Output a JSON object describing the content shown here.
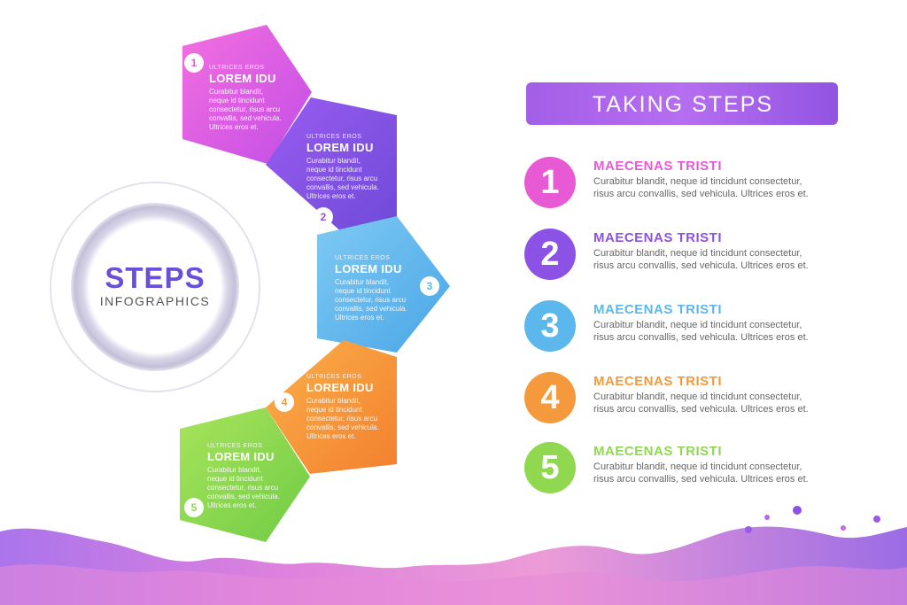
{
  "circle": {
    "title": "STEPS",
    "subtitle": "INFOGRAPHICS"
  },
  "banner": {
    "title": "TAKING STEPS"
  },
  "pentagons": [
    {
      "number": "1",
      "small": "ULTRICES EROS",
      "title": "LOREM IDU",
      "desc": [
        "Curabitur blandit,",
        "neque id tincidunt",
        "consectetur, risus arcu",
        "convallis, sed vehicula.",
        "Ultrices eros et."
      ],
      "color": "#e85ad4"
    },
    {
      "number": "2",
      "small": "ULTRICES EROS",
      "title": "LOREM IDU",
      "desc": [
        "Curabitur blandit,",
        "neque id tincidunt",
        "consectetur, risus arcu",
        "convallis, sed vehicula.",
        "Ultrices eros et."
      ],
      "color": "#8c52e6"
    },
    {
      "number": "3",
      "small": "ULTRICES EROS",
      "title": "LOREM IDU",
      "desc": [
        "Curabitur blandit,",
        "neque id tincidunt",
        "consectetur, risus arcu",
        "convallis, sed vehicula.",
        "Ultrices eros et."
      ],
      "color": "#5cb8ec"
    },
    {
      "number": "4",
      "small": "ULTRICES EROS",
      "title": "LOREM IDU",
      "desc": [
        "Curabitur blandit,",
        "neque id tincidunt",
        "consectetur, risus arcu",
        "convallis, sed vehicula.",
        "Ultrices eros et."
      ],
      "color": "#f59a3c"
    },
    {
      "number": "5",
      "small": "ULTRICES EROS",
      "title": "LOREM IDU",
      "desc": [
        "Curabitur blandit,",
        "neque id tincidunt",
        "consectetur, risus arcu",
        "convallis, sed vehicula.",
        "Ultrices eros et."
      ],
      "color": "#8fd850"
    }
  ],
  "steps": [
    {
      "number": "1",
      "title": "MAECENAS TRISTI",
      "desc": [
        "Curabitur blandit, neque id tincidunt consectetur,",
        "risus arcu convallis, sed vehicula. Ultrices eros et."
      ],
      "color": "#e85ad4"
    },
    {
      "number": "2",
      "title": "MAECENAS TRISTI",
      "desc": [
        "Curabitur blandit, neque id tincidunt consectetur,",
        "risus arcu convallis, sed vehicula. Ultrices eros et."
      ],
      "color": "#8c52e6"
    },
    {
      "number": "3",
      "title": "MAECENAS TRISTI",
      "desc": [
        "Curabitur blandit, neque id tincidunt consectetur,",
        "risus arcu convallis, sed vehicula. Ultrices eros et."
      ],
      "color": "#5cb8ec"
    },
    {
      "number": "4",
      "title": "MAECENAS TRISTI",
      "desc": [
        "Curabitur blandit, neque id tincidunt consectetur,",
        "risus arcu convallis, sed vehicula. Ultrices eros et."
      ],
      "color": "#f59a3c"
    },
    {
      "number": "5",
      "title": "MAECENAS TRISTI",
      "desc": [
        "Curabitur blandit, neque id tincidunt consectetur,",
        "risus arcu convallis, sed vehicula. Ultrices eros et."
      ],
      "color": "#8fd850"
    }
  ],
  "colors": {
    "banner": "#9a5be8",
    "circle_ring": "#c9c6dc",
    "title_accent": "#6a4fd8"
  }
}
